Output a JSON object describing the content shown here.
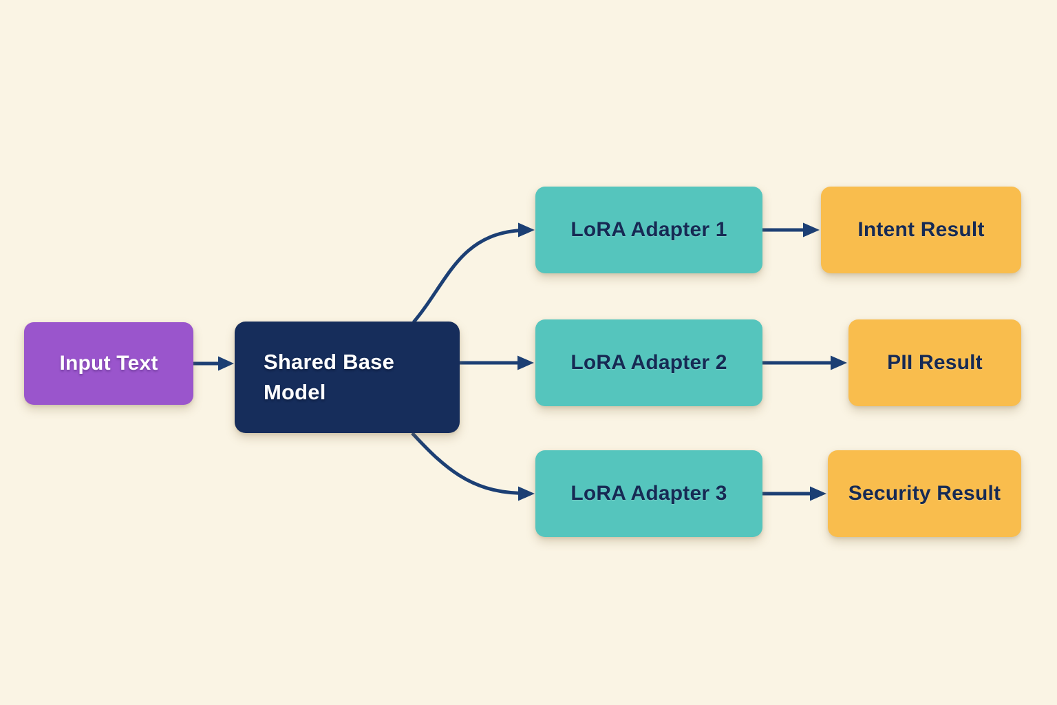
{
  "diagram": {
    "description": "Flow diagram: one shared base model fanning out to three LoRA adapters producing three results",
    "nodes": {
      "input": {
        "label": "Input Text"
      },
      "base": {
        "label": "Shared Base Model"
      },
      "adapter1": {
        "label": "LoRA Adapter 1"
      },
      "adapter2": {
        "label": "LoRA Adapter 2"
      },
      "adapter3": {
        "label": "LoRA Adapter 3"
      },
      "result1": {
        "label": "Intent Result"
      },
      "result2": {
        "label": "PII Result"
      },
      "result3": {
        "label": "Security Result"
      }
    },
    "edges": [
      {
        "from": "input",
        "to": "base"
      },
      {
        "from": "base",
        "to": "adapter1"
      },
      {
        "from": "base",
        "to": "adapter2"
      },
      {
        "from": "base",
        "to": "adapter3"
      },
      {
        "from": "adapter1",
        "to": "result1"
      },
      {
        "from": "adapter2",
        "to": "result2"
      },
      {
        "from": "adapter3",
        "to": "result3"
      }
    ]
  },
  "theme": {
    "background": "#faf4e4",
    "node_input_bg": "#9a55cc",
    "node_base_bg": "#162d5b",
    "node_adapter_bg": "#55c5bd",
    "node_result_bg": "#f9bd4d",
    "text_light": "#ffffff",
    "text_dark": "#162a54",
    "arrow": "#1c3f74"
  }
}
